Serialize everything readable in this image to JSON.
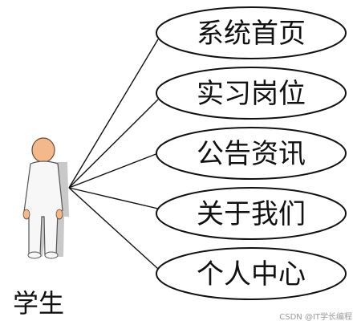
{
  "actor": {
    "label": "学生"
  },
  "use_cases": [
    {
      "label": "系统首页"
    },
    {
      "label": "实习岗位"
    },
    {
      "label": "公告资讯"
    },
    {
      "label": "关于我们"
    },
    {
      "label": "个人中心"
    }
  ],
  "watermark": "CSDN @IT学长编程",
  "colors": {
    "stroke": "#111111",
    "actor_fill": "#f7f7f7",
    "actor_skin": "#f3b98b",
    "actor_shadow": "#b8b8b8"
  }
}
